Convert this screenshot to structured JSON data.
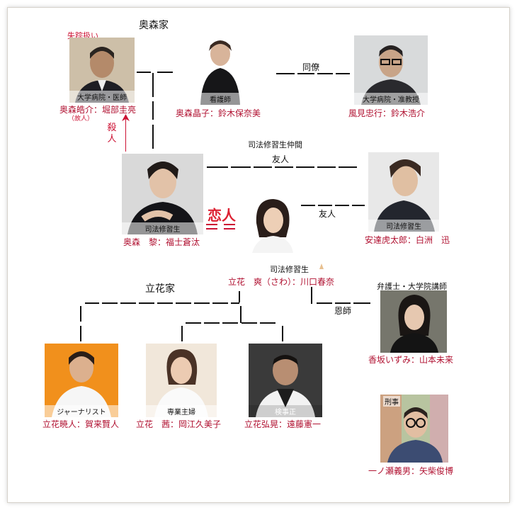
{
  "families": {
    "okumori": "奥森家",
    "tachibana": "立花家"
  },
  "relations": {
    "colleague": "同僚",
    "study_group": "司法修習生仲間",
    "friend_top": "友人",
    "friend_bottom": "友人",
    "lover": "恋人",
    "mentor": "恩師",
    "kill_chars": [
      "殺",
      "人"
    ]
  },
  "people": {
    "kosuke": {
      "status": "失踪扱い",
      "role": "大学病院・医師",
      "name": "奥森皓介：堀部圭亮",
      "note": "（故人）"
    },
    "akiko": {
      "role": "看護師",
      "name": "奥森晶子：鈴木保奈美"
    },
    "kazami": {
      "role": "大学病院・准教授",
      "name": "風見忠行：鈴木浩介"
    },
    "rei": {
      "role": "司法修習生",
      "name": "奥森　黎：福士蒼汰"
    },
    "adachi": {
      "role": "司法修習生",
      "name": "安達虎太郎：白洲　迅"
    },
    "sawa": {
      "role": "司法修習生",
      "name": "立花　爽（さわ）：川口春奈"
    },
    "kosaka": {
      "role": "弁護士・大学院講師",
      "name": "香坂いずみ：山本未来"
    },
    "akito": {
      "role": "ジャーナリスト",
      "name": "立花暁人：賀来賢人"
    },
    "akane": {
      "role": "専業主婦",
      "name": "立花　茜：岡江久美子"
    },
    "hiroaki": {
      "role": "検事正",
      "name": "立花弘晃：遠藤憲一"
    },
    "ichinose": {
      "role": "刑事",
      "name": "一ノ瀬義男：矢柴俊博"
    }
  },
  "colors": {
    "name_text": "#b01030",
    "relation_red": "#cc1133",
    "line": "#111111"
  }
}
